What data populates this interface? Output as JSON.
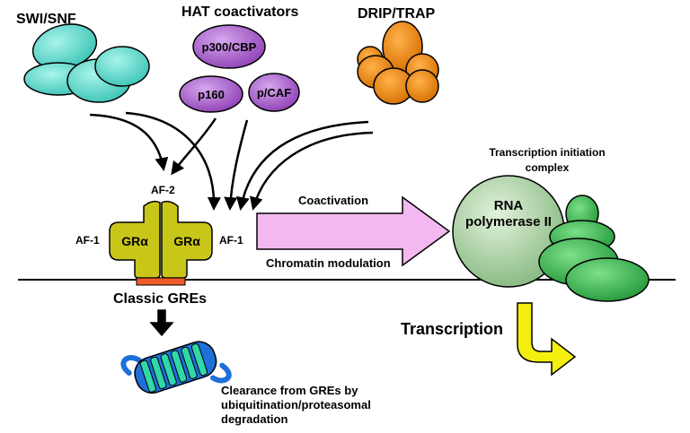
{
  "labels": {
    "swi_snf": "SWI/SNF",
    "hat_coactivators": "HAT coactivators",
    "drip_trap": "DRIP/TRAP",
    "p300_cbp": "p300/CBP",
    "p160": "p160",
    "pcaf": "p/CAF",
    "af2": "AF-2",
    "af1_left": "AF-1",
    "af1_right": "AF-1",
    "gr_left": "GRα",
    "gr_right": "GRα",
    "classic_gres": "Classic GREs",
    "coactivation": "Coactivation",
    "chromatin_modulation": "Chromatin modulation",
    "transcription_initiation_line1": "Transcription initiation",
    "transcription_initiation_line2": "complex",
    "rna_pol_line1": "RNA",
    "rna_pol_line2": "polymerase II",
    "transcription": "Transcription",
    "clearance_line1": "Clearance from GREs by",
    "clearance_line2": "ubiquitination/proteasomal",
    "clearance_line3": "degradation"
  },
  "colors": {
    "swi_snf": "#5fd8cc",
    "hat": "#a55fc8",
    "drip_trap": "#e8840c",
    "gr": "#c9c61a",
    "gre_box": "#f05a28",
    "arrow_fill": "#f4b8f0",
    "rna_pol": "#a6cfa0",
    "green_subunits": "#39b54a",
    "transcription_arrow": "#f5ef10",
    "proteasome_blue": "#1e6fd8",
    "proteasome_green": "#30d8a8"
  }
}
